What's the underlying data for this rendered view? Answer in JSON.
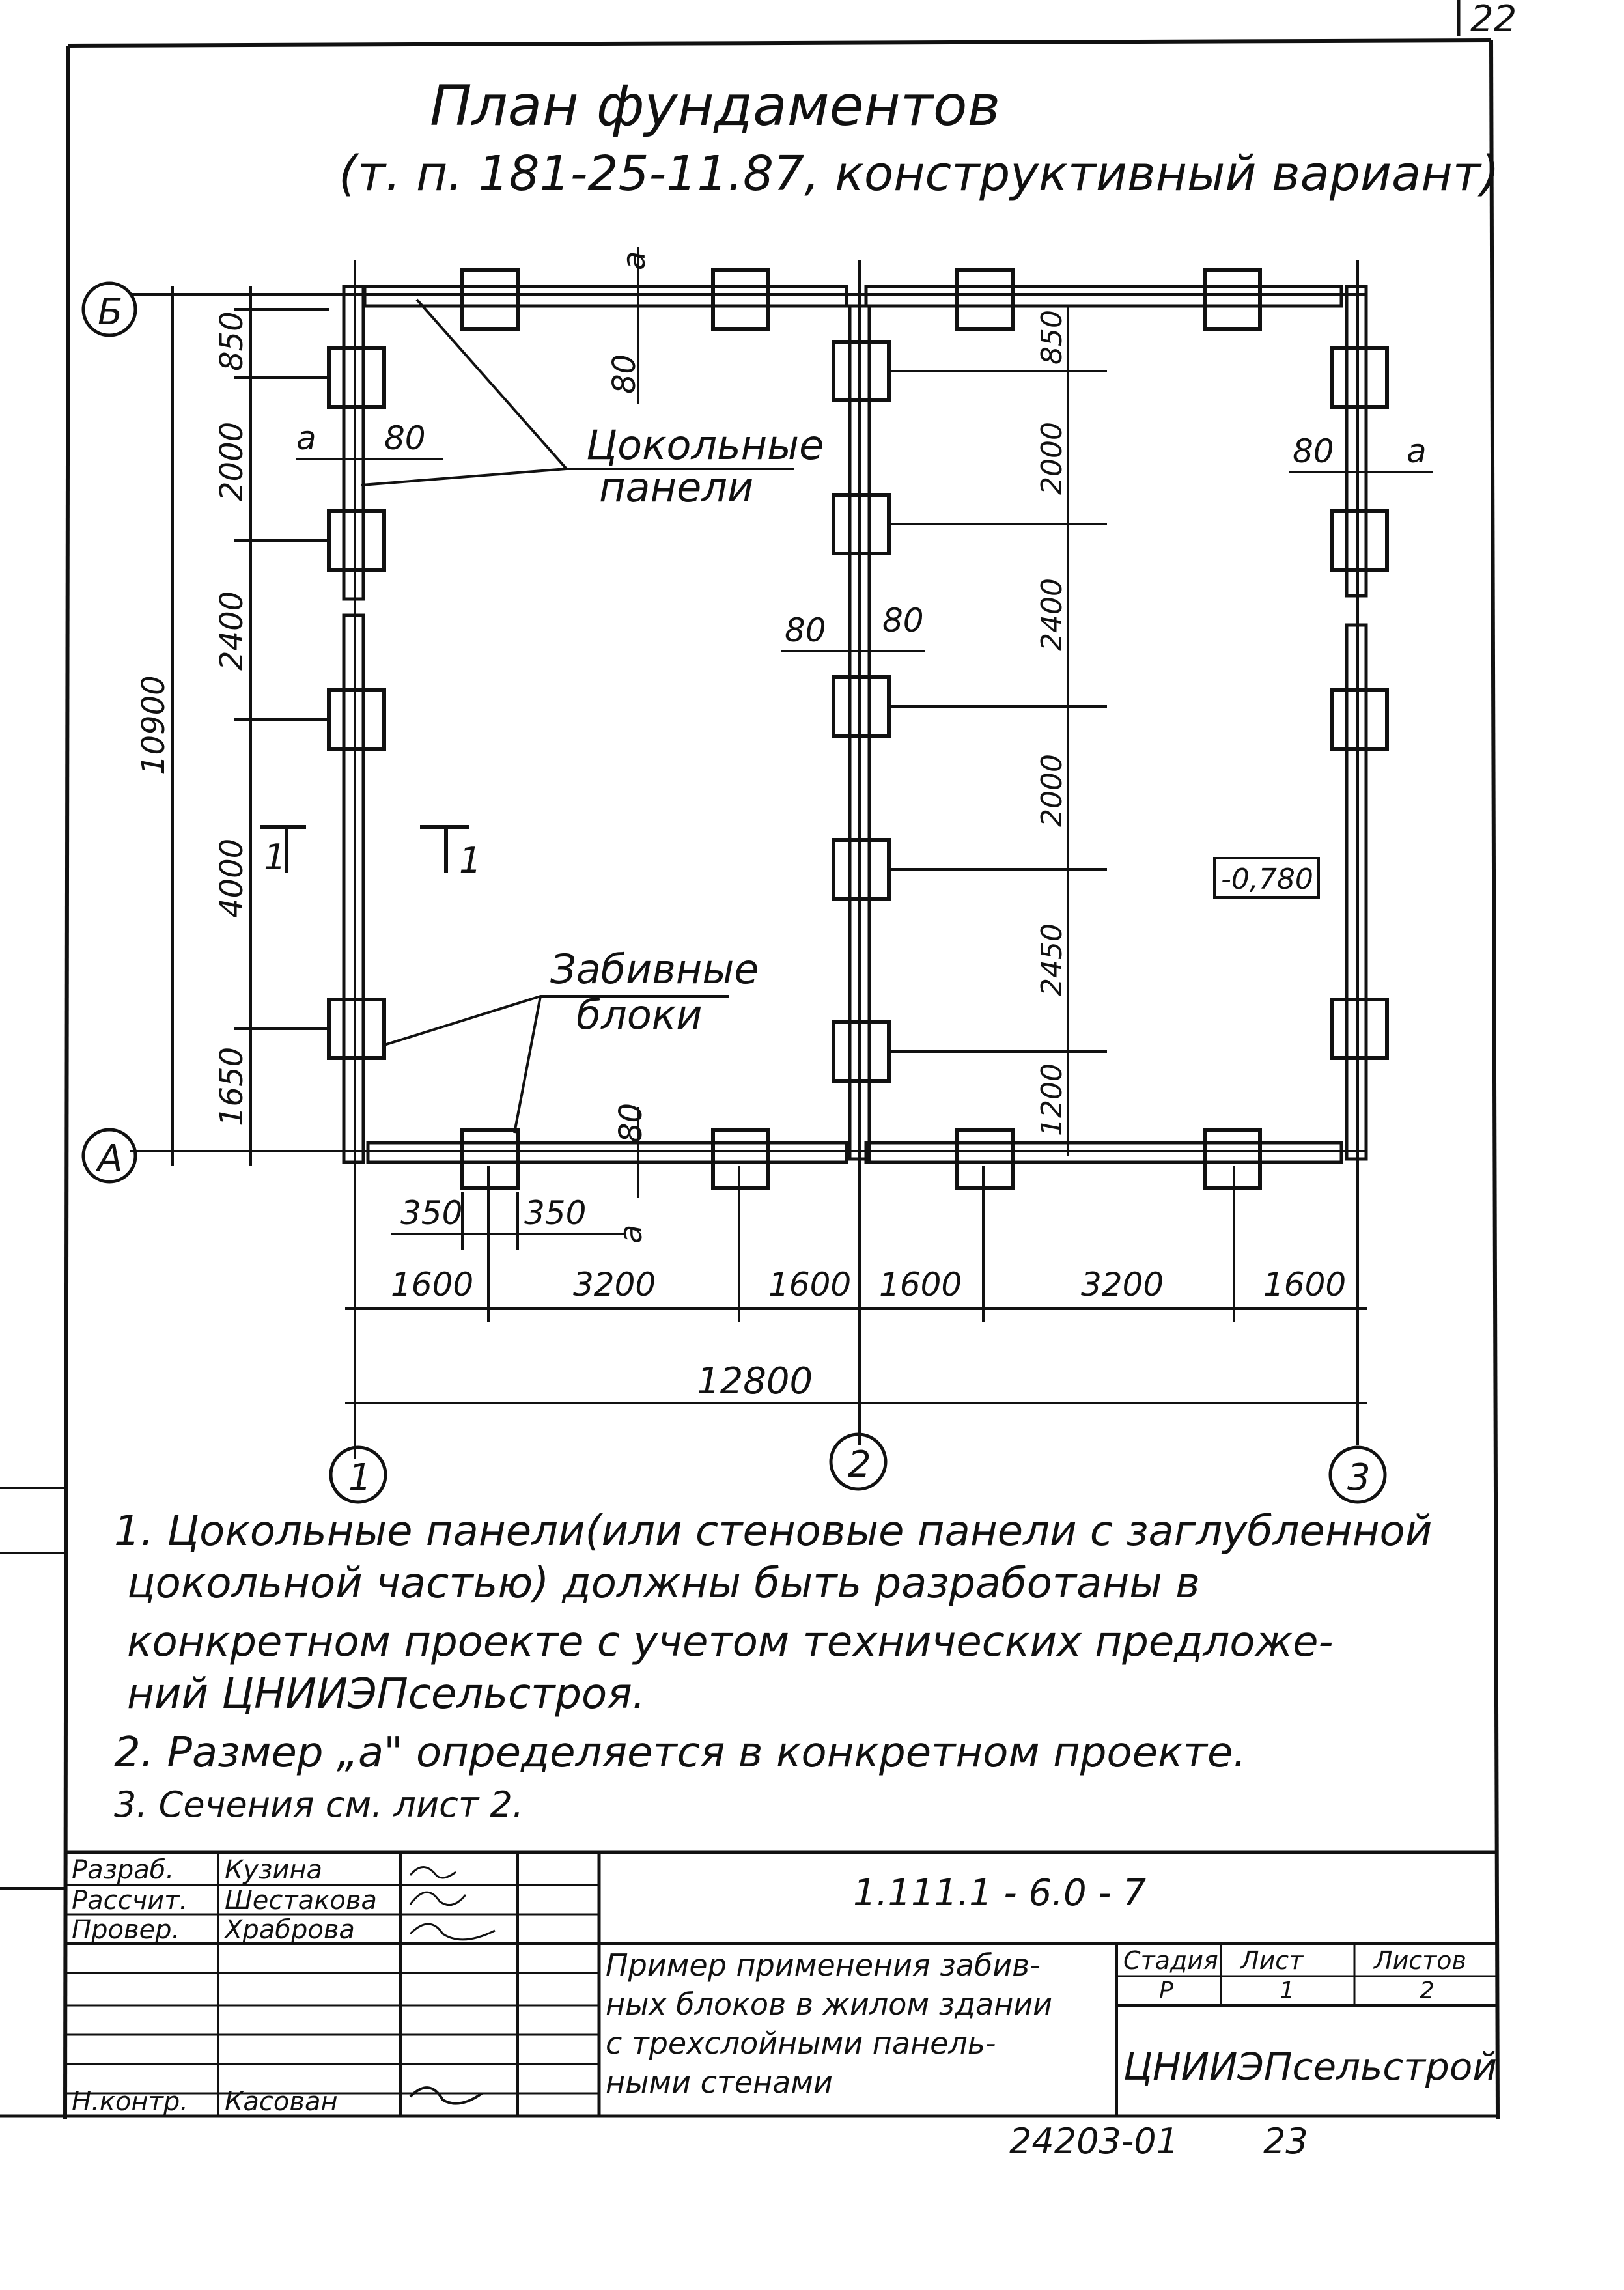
{
  "sheet_corner_number": "22",
  "title": "План фундаментов",
  "subtitle": "(т. п. 181-25-11.87, конструктивный вариант)",
  "axes": {
    "rows": [
      "Б",
      "А"
    ],
    "columns": [
      "1",
      "2",
      "3"
    ]
  },
  "labels": {
    "plinth_panels_line1": "Цокольные",
    "plinth_panels_line2": "панели",
    "driven_blocks_line1": "Забивные",
    "driven_blocks_line2": "блоки",
    "level_mark": "-0,780",
    "section_mark": "1"
  },
  "dimensions": {
    "total_height": "10900",
    "left_chain": [
      "850",
      "2000",
      "2400",
      "4000",
      "1650"
    ],
    "middle_chain": [
      "850",
      "2000",
      "2400",
      "2000",
      "2450",
      "1200"
    ],
    "bottom_chain": [
      "1600",
      "3200",
      "1600",
      "1600",
      "3200",
      "1600"
    ],
    "total_width": "12800",
    "block_width": [
      "350",
      "350"
    ],
    "offset_80": "80",
    "offset_a": "а"
  },
  "notes": [
    "1. Цокольные панели(или стеновые панели с заглубленной",
    "цокольной частью) должны быть разработаны в",
    "конкретном проекте с учетом технических предложе-",
    "ний ЦНИИЭПсельстроя.",
    "2. Размер „а\" определяется в конкретном проекте.",
    "3. Сечения см. лист 2."
  ],
  "title_block": {
    "roles": [
      "Разраб.",
      "Рассчит.",
      "Провер.",
      "",
      "",
      "",
      "Н.контр."
    ],
    "names": [
      "Кузина",
      "Шестакова",
      "Храброва",
      "",
      "",
      "",
      "Касован"
    ],
    "doc_code": "1.111.1 - 6.0 - 7",
    "description": [
      "Пример применения забив-",
      "ных блоков в жилом здании",
      "с трехслойными панель-",
      "ными стенами"
    ],
    "stage_header": "Стадия",
    "sheet_header": "Лист",
    "sheets_header": "Листов",
    "stage": "Р",
    "sheet": "1",
    "sheets": "2",
    "organization": "ЦНИИЭПсельстрой"
  },
  "footer": {
    "archive_number": "24203-01",
    "page": "23"
  }
}
